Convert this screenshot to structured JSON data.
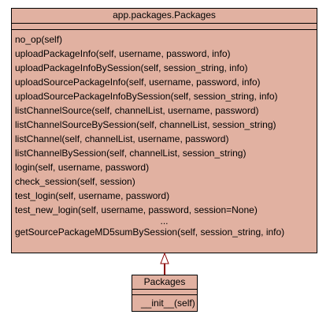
{
  "colors": {
    "class_fill": "#e1b1a1",
    "border": "#000000",
    "edge": "#8b0000"
  },
  "diagram": {
    "base_class": {
      "name": "app.packages.Packages",
      "methods": [
        "no_op(self)",
        "uploadPackageInfo(self, username, password, info)",
        "uploadPackageInfoBySession(self, session_string, info)",
        "uploadSourcePackageInfo(self, username, password, info)",
        "uploadSourcePackageInfoBySession(self, session_string, info)",
        "listChannelSource(self, channelList, username, password)",
        "listChannelSourceBySession(self, channelList, session_string)",
        "listChannel(self, channelList, username, password)",
        "listChannelBySession(self, channelList, session_string)",
        "login(self, username, password)",
        "check_session(self, session)",
        "test_login(self, username, password)",
        "test_new_login(self, username, password, session=None)"
      ],
      "ellipsis": "...",
      "last_method": "getSourcePackageMD5sumBySession(self, session_string, info)"
    },
    "derived_class": {
      "name": "Packages",
      "methods": [
        "__init__(self)"
      ]
    }
  }
}
